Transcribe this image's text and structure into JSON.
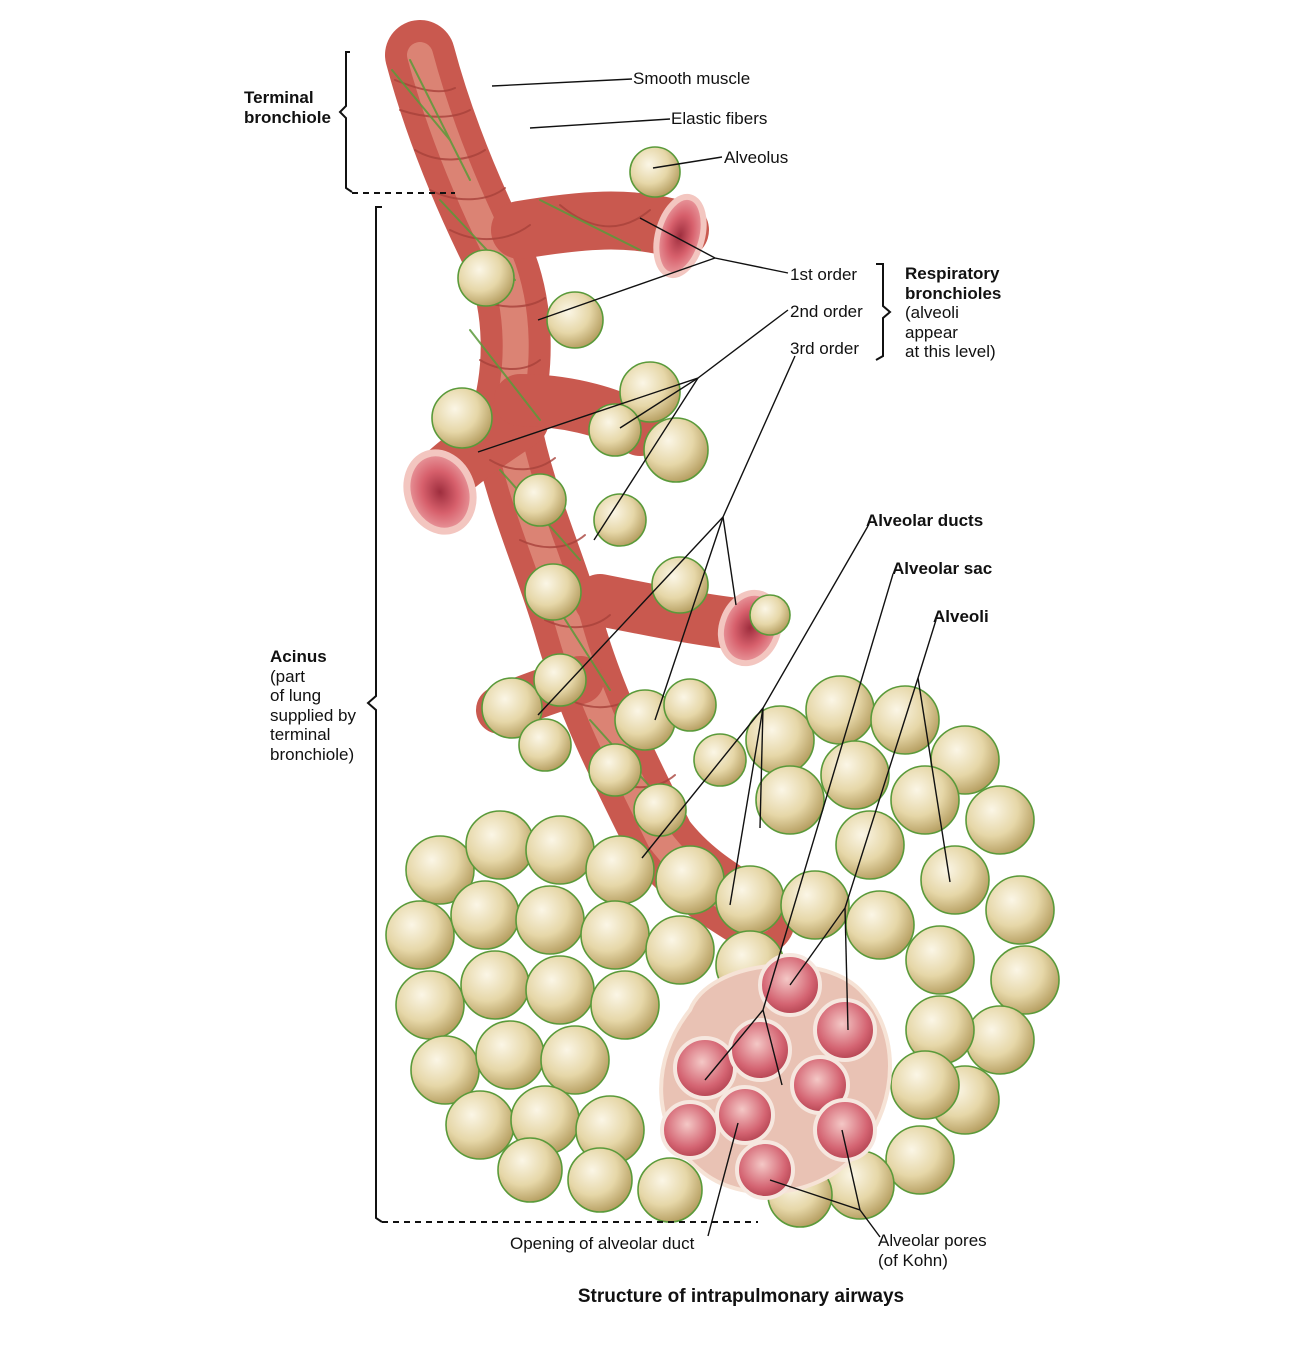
{
  "labels": {
    "terminal_bronchiole": [
      "Terminal",
      "bronchiole"
    ],
    "smooth_muscle": "Smooth muscle",
    "elastic_fibers": "Elastic fibers",
    "alveolus": "Alveolus",
    "first_order": "1st order",
    "second_order": "2nd order",
    "third_order": "3rd order",
    "respiratory_bronchioles": [
      "Respiratory",
      "bronchioles"
    ],
    "respiratory_note": [
      "(alveoli",
      "appear",
      "at this level)"
    ],
    "acinus_title": "Acinus",
    "acinus_note": [
      "(part",
      "of lung",
      "supplied by",
      "terminal",
      "bronchiole)"
    ],
    "alveolar_ducts": "Alveolar ducts",
    "alveolar_sac": "Alveolar sac",
    "alveoli": "Alveoli",
    "opening_alveolar_duct": "Opening of alveolar duct",
    "alveolar_pores": [
      "Alveolar pores",
      "(of Kohn)"
    ]
  },
  "caption": "Structure of intrapulmonary airways",
  "colors": {
    "muscle": "#c9594f",
    "muscle_dark": "#a8423b",
    "elastic": "#5a9a3a",
    "alveolus_fill": "#ece0b8",
    "alveolus_shadow": "#b9a46a",
    "lumen": "#d8606a",
    "lumen_dark": "#a83846",
    "leader": "#111111"
  },
  "icons": [
    "alveolus-sphere-icon",
    "bronchiole-opening-icon"
  ]
}
